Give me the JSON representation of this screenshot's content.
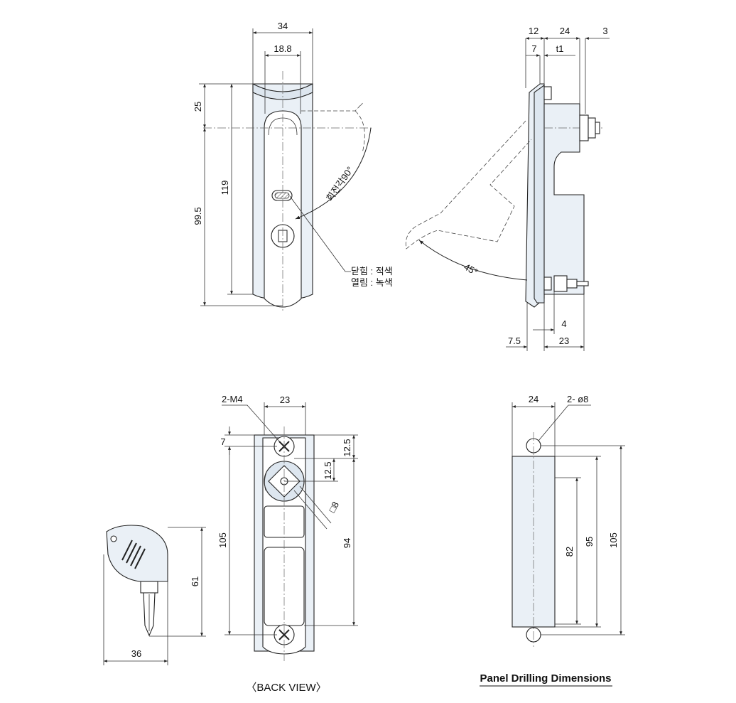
{
  "front_view": {
    "dims": {
      "width_top": "34",
      "width_inner": "18.8",
      "offset_top": "25",
      "height_handle": "119",
      "height_total": "99.5"
    },
    "rotation_label": "회전각90°",
    "legend_close": "닫힘 : 적색",
    "legend_open": "열림 : 녹색"
  },
  "side_view": {
    "dims": {
      "d12": "12",
      "d24": "24",
      "d3": "3",
      "d7": "7",
      "dt1": "t1",
      "d4": "4",
      "d7_5": "7.5",
      "d23": "23"
    },
    "angle_label": "45°"
  },
  "back_view": {
    "dims": {
      "screw": "2-M4",
      "width": "23",
      "d7": "7",
      "d12_5_a": "12.5",
      "d12_5_b": "12.5",
      "square": "□8",
      "d105": "105",
      "d94": "94"
    },
    "caption": "〈BACK VIEW〉"
  },
  "key": {
    "dims": {
      "height": "61",
      "width": "36"
    }
  },
  "panel_drilling": {
    "dims": {
      "width": "24",
      "holes": "2- ø8",
      "d82": "82",
      "d95": "95",
      "d105": "105"
    },
    "caption": "Panel Drilling Dimensions"
  }
}
